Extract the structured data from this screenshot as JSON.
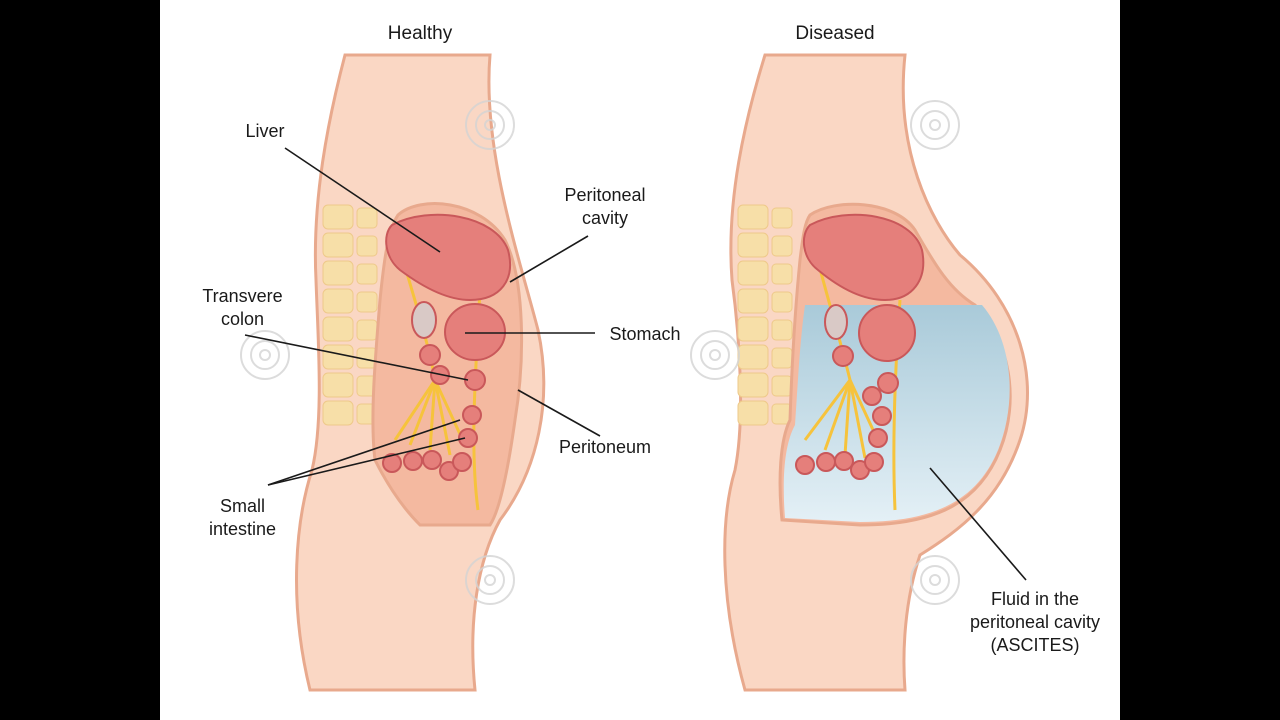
{
  "panels": {
    "healthy_title": "Healthy",
    "diseased_title": "Diseased"
  },
  "labels": {
    "liver": "Liver",
    "peritoneal_cavity": [
      "Peritoneal",
      "cavity"
    ],
    "transverse_colon": [
      "Transvere",
      "colon"
    ],
    "stomach": "Stomach",
    "peritoneum": "Peritoneum",
    "small_intestine": [
      "Small",
      "intestine"
    ],
    "fluid": [
      "Fluid in the",
      "peritoneal cavity",
      "(ASCITES)"
    ]
  },
  "colors": {
    "frame_background": "#000000",
    "canvas": "#ffffff",
    "skin": "#fad7c4",
    "skin_outline": "#e8a98d",
    "cavity": "#f4b9a0",
    "organ": "#e57f7b",
    "organ_outline": "#c9585a",
    "nerve": "#f6c33c",
    "spine": "#f7dfa8",
    "fluid": "#bcd6e4",
    "leader_line": "#1a1a1a"
  }
}
